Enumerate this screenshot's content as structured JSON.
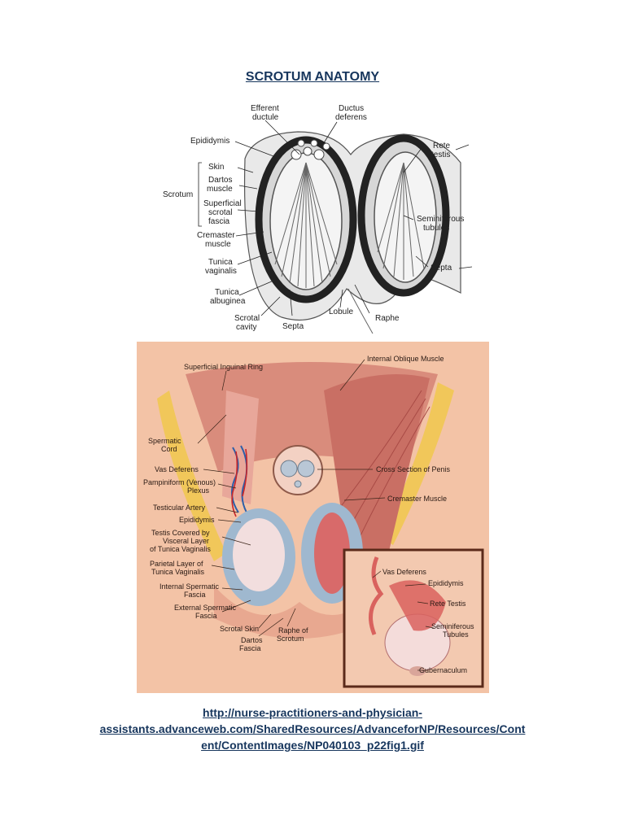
{
  "document": {
    "title": "SCROTUM ANATOMY",
    "link_lines": [
      "http://nurse-practitioners-and-physician-",
      "assistants.advanceweb.com/SharedResources/AdvanceforNP/Resources/Cont",
      "ent/ContentImages/NP040103_p22fig1.gif"
    ]
  },
  "figure1": {
    "labels": {
      "efferent": [
        "Efferent",
        "ductule"
      ],
      "ductus": [
        "Ductus",
        "deferens"
      ],
      "epididymis": "Epididymis",
      "skin": "Skin",
      "dartos": [
        "Dartos",
        "muscle"
      ],
      "scrotum": "Scrotum",
      "superficial": [
        "Superficial",
        "scrotal",
        "fascia"
      ],
      "cremaster": [
        "Cremaster",
        "muscle"
      ],
      "tunica_vag": [
        "Tunica",
        "vaginalis"
      ],
      "tunica_alb": [
        "Tunica",
        "albuginea"
      ],
      "scrotal_cavity": [
        "Scrotal",
        "cavity"
      ],
      "septa_bottom": "Septa",
      "lobule": "Lobule",
      "raphe": "Raphe",
      "rete": [
        "Rete",
        "testis"
      ],
      "seminiferous": [
        "Seminiferous",
        "tubules"
      ],
      "septa_right": "Septa"
    }
  },
  "figure2": {
    "labels": {
      "superficial_ring": "Superficial Inguinal Ring",
      "internal_oblique": "Internal Oblique Muscle",
      "spermatic_cord": [
        "Spermatic",
        "Cord"
      ],
      "vas_deferens": "Vas Deferens",
      "pampiniform": [
        "Pampiniform (Venous)",
        "Plexus"
      ],
      "testicular_artery": "Testicular Artery",
      "epididymis": "Epididymis",
      "testis_covered": [
        "Testis Covered by",
        "Visceral Layer",
        "of Tunica Vaginalis"
      ],
      "parietal": [
        "Parietal Layer of",
        "Tunica Vaginalis"
      ],
      "internal_spermatic": [
        "Internal Spermatic",
        "Fascia"
      ],
      "external_spermatic": [
        "External Spermatic",
        "Fascia"
      ],
      "scrotal_skin": "Scrotal Skin",
      "dartos": [
        "Dartos",
        "Fascia"
      ],
      "raphe": [
        "Raphe of",
        "Scrotum"
      ],
      "cross_section": "Cross Section of Penis",
      "cremaster": "Cremaster Muscle",
      "inset_vas": "Vas Deferens",
      "inset_epididymis": "Epididymis",
      "inset_rete": "Rete Testis",
      "inset_seminiferous": [
        "Seminiferous",
        "Tubules"
      ],
      "inset_gubernaculum": "Gubernaculum"
    }
  },
  "colors": {
    "title": "#17365d",
    "figure_bg": "#f3c3a6",
    "inset_border": "#5b2a1a"
  }
}
